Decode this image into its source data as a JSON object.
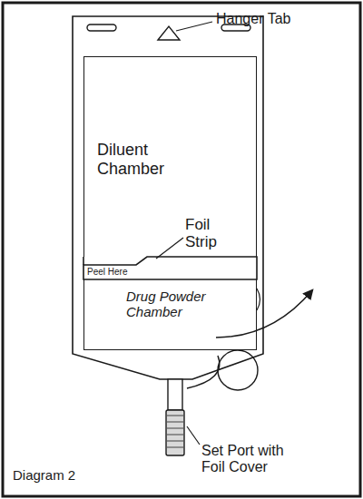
{
  "diagram": {
    "caption": "Diagram 2",
    "nodes": [
      {
        "text": [
          "Diluent Chamber"
        ]
      },
      {
        "text": [
          "Drug Powder Chamber"
        ]
      }
    ],
    "labels": [
      "Hanger Tab",
      "Foil Strip",
      "Peel Here",
      "Set Port with Foil Cover"
    ]
  }
}
